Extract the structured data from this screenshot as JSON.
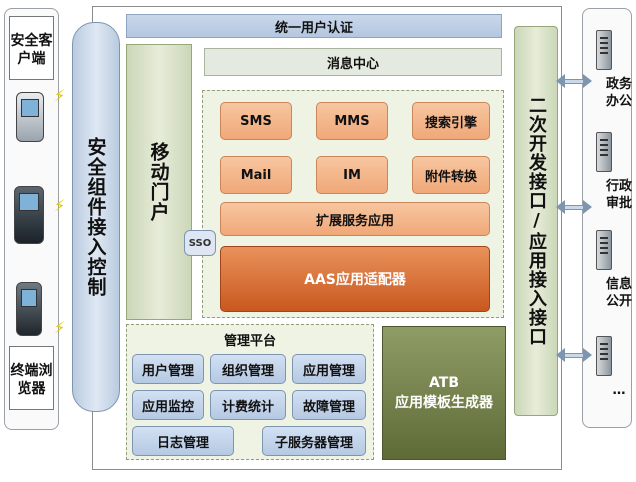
{
  "clients": {
    "secure_client": "安全客户端",
    "terminal_browser": "终端浏览器"
  },
  "security_access": "安全组件接入控制",
  "auth_bar": "统一用户认证",
  "message_center": "消息中心",
  "mobile_portal": "移动门户",
  "sso": "SSO",
  "services": {
    "sms": "SMS",
    "mms": "MMS",
    "search": "搜索引擎",
    "mail": "Mail",
    "im": "IM",
    "attachment": "附件转换",
    "extension": "扩展服务应用",
    "aas": "AAS应用适配器"
  },
  "management": {
    "title": "管理平台",
    "items": [
      "用户管理",
      "组织管理",
      "应用管理",
      "应用监控",
      "计费统计",
      "故障管理",
      "日志管理",
      "子服务器管理"
    ]
  },
  "atb": {
    "line1": "ATB",
    "line2": "应用模板生成器"
  },
  "dev_interface": "二次开发接口/应用接入接口",
  "right_systems": [
    "政务办公",
    "行政审批",
    "信息公开",
    "…"
  ]
}
